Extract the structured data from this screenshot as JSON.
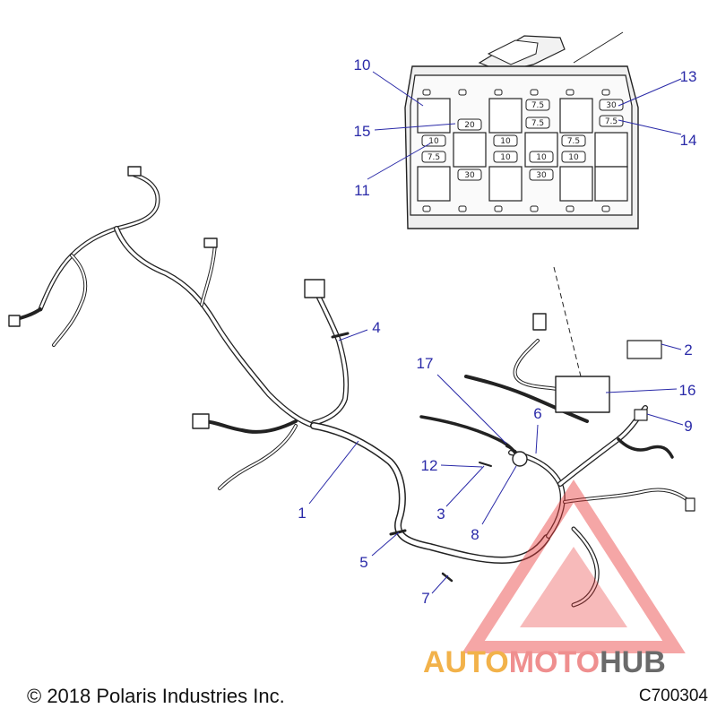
{
  "callouts": [
    {
      "num": "1"
    },
    {
      "num": "2"
    },
    {
      "num": "3"
    },
    {
      "num": "4"
    },
    {
      "num": "5"
    },
    {
      "num": "6"
    },
    {
      "num": "7"
    },
    {
      "num": "8"
    },
    {
      "num": "9"
    },
    {
      "num": "10"
    },
    {
      "num": "11"
    },
    {
      "num": "12"
    },
    {
      "num": "13"
    },
    {
      "num": "14"
    },
    {
      "num": "15"
    },
    {
      "num": "16"
    },
    {
      "num": "17"
    }
  ],
  "fuse_box": {
    "fuse_values": [
      "7.5",
      "7.5",
      "20",
      "10",
      "7.5",
      "10",
      "10",
      "7.5",
      "10",
      "30",
      "7.5",
      "30",
      "30",
      "10"
    ]
  },
  "watermark": {
    "auto": "AUTO",
    "moto": "MOTO",
    "hub": "HUB",
    "colors": {
      "auto": "#f2b24a",
      "moto": "#ef8f8f",
      "hub": "#6a6a6a",
      "triangle": "#e83a3a"
    }
  },
  "footer": {
    "copyright": "© 2018 Polaris Industries Inc.",
    "figure_code": "C700304"
  },
  "colors": {
    "callout": "#2a2aa8",
    "line_art": "#222222"
  }
}
